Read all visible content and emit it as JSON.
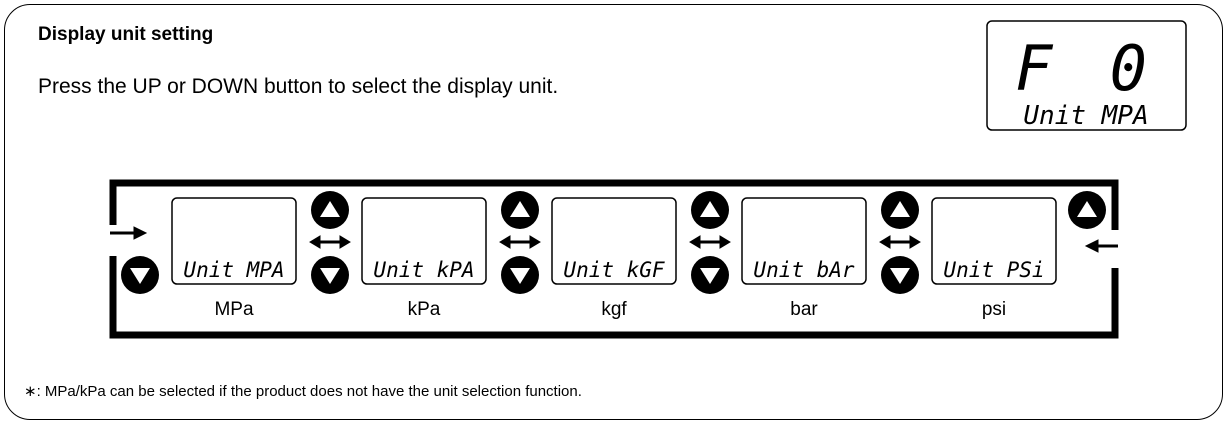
{
  "title": "Display unit setting",
  "instruction": "Press the UP or DOWN button to select the display unit.",
  "footnote": "∗: MPa/kPa can be selected if the product does not have the unit selection function.",
  "current_display": {
    "top": "F 0",
    "bottom": "Unit MPA"
  },
  "units": [
    {
      "display": "Unit MPA",
      "label": "MPa"
    },
    {
      "display": "Unit kPA",
      "label": "kPa"
    },
    {
      "display": "Unit kGF",
      "label": "kgf"
    },
    {
      "display": "Unit bAr",
      "label": "bar"
    },
    {
      "display": "Unit PSi",
      "label": "psi"
    }
  ],
  "buttons": {
    "up": "up-button-icon",
    "down": "down-button-icon"
  }
}
